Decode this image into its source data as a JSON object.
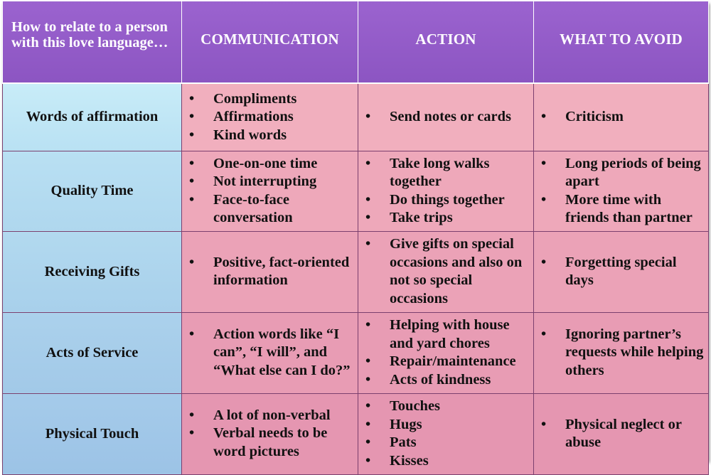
{
  "header": {
    "corner": "How to relate to a person with this love language…",
    "columns": [
      "COMMUNICATION",
      "ACTION",
      "WHAT TO AVOID"
    ]
  },
  "rows": [
    {
      "label": "Words of affirmation",
      "communication": [
        "Compliments",
        "Affirmations",
        "Kind words"
      ],
      "action": [
        "Send notes or cards"
      ],
      "avoid": [
        "Criticism"
      ]
    },
    {
      "label": "Quality Time",
      "communication": [
        "One-on-one time",
        "Not interrupting",
        "Face-to-face conversation"
      ],
      "action": [
        "Take long walks together",
        "Do things together",
        "Take trips"
      ],
      "avoid": [
        "Long periods of being apart",
        "More time with friends than partner"
      ]
    },
    {
      "label": "Receiving Gifts",
      "communication": [
        "Positive, fact-oriented information"
      ],
      "action": [
        "Give gifts on special occasions and also on not so special occasions"
      ],
      "avoid": [
        "Forgetting special days"
      ]
    },
    {
      "label": "Acts of Service",
      "communication": [
        "Action words like “I can”, “I will”, and “What else can I do?”"
      ],
      "action": [
        "Helping with house and yard chores",
        "Repair/maintenance",
        "Acts of kindness"
      ],
      "avoid": [
        "Ignoring partner’s requests while helping others"
      ]
    },
    {
      "label": "Physical Touch",
      "communication": [
        "A lot of non-verbal",
        "Verbal needs to be word pictures"
      ],
      "action": [
        "Touches",
        "Hugs",
        "Pats",
        "Kisses"
      ],
      "avoid": [
        "Physical neglect or abuse"
      ]
    }
  ],
  "bullet_glyph": "•",
  "colors": {
    "header_bg": "#9660cb",
    "rowhead_bg": "#b9e0f3",
    "cell_bg": "#eba2b7",
    "border": "#7b3f6e"
  }
}
